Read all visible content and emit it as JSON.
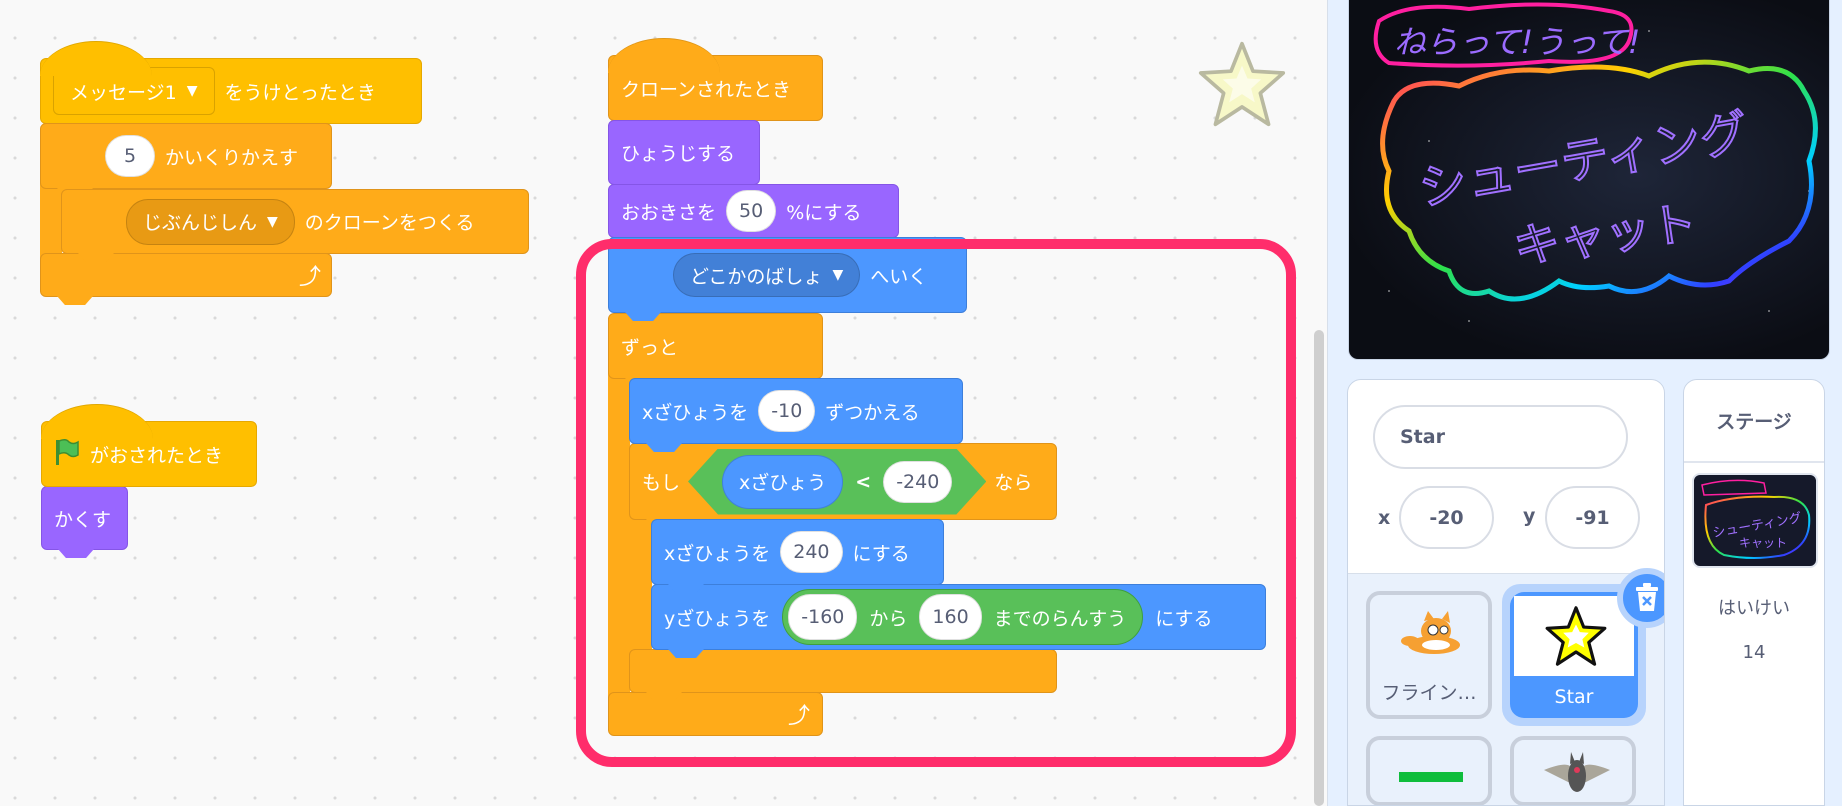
{
  "workspace": {
    "message_hat": {
      "dropdown": "メッセージ1",
      "label": "をうけとったとき"
    },
    "repeat": {
      "count": "5",
      "label": "かいくりかえす"
    },
    "create_clone": {
      "dropdown": "じぶんじしん",
      "label": "のクローンをつくる"
    },
    "flag_hat": {
      "label": "がおされたとき"
    },
    "hide": {
      "label": "かくす"
    },
    "clone_hat": {
      "label": "クローンされたとき"
    },
    "show": {
      "label": "ひょうじする"
    },
    "set_size": {
      "label_before": "おおきさを",
      "value": "50",
      "label_after": "%にする"
    },
    "go_to": {
      "dropdown": "どこかのばしょ",
      "label": "へいく"
    },
    "forever": {
      "label": "ずっと"
    },
    "change_x": {
      "label_before": "xざひょうを",
      "value": "-10",
      "label_after": "ずつかえる"
    },
    "if_block": {
      "label_before": "もし",
      "reporter": "xざひょう",
      "operator": "<",
      "value": "-240",
      "label_after": "なら"
    },
    "set_x": {
      "label_before": "xざひょうを",
      "value": "240",
      "label_after": "にする"
    },
    "set_y": {
      "label_before": "yざひょうを",
      "from": "-160",
      "label_from": "から",
      "to": "160",
      "label_random": "までのらんすう",
      "label_after": "にする"
    }
  },
  "stage": {
    "logo_line1": "ねらって!うって!",
    "logo_line2": "シューティング",
    "logo_line3": "キャット"
  },
  "sprite_info": {
    "name": "Star",
    "x_label": "x",
    "x": "-20",
    "y_label": "y",
    "y": "-91"
  },
  "sprites": [
    {
      "name": "フライン…"
    },
    {
      "name": "Star"
    }
  ],
  "stage_panel": {
    "title": "ステージ",
    "backdrop_label": "はいけい",
    "backdrop_count": "14"
  },
  "colors": {
    "event": "#ffbf00",
    "control": "#ffab19",
    "looks": "#9966ff",
    "motion": "#4c97ff",
    "operators": "#59c059",
    "highlight": "#ff2d6b",
    "selected": "#4c97ff"
  }
}
